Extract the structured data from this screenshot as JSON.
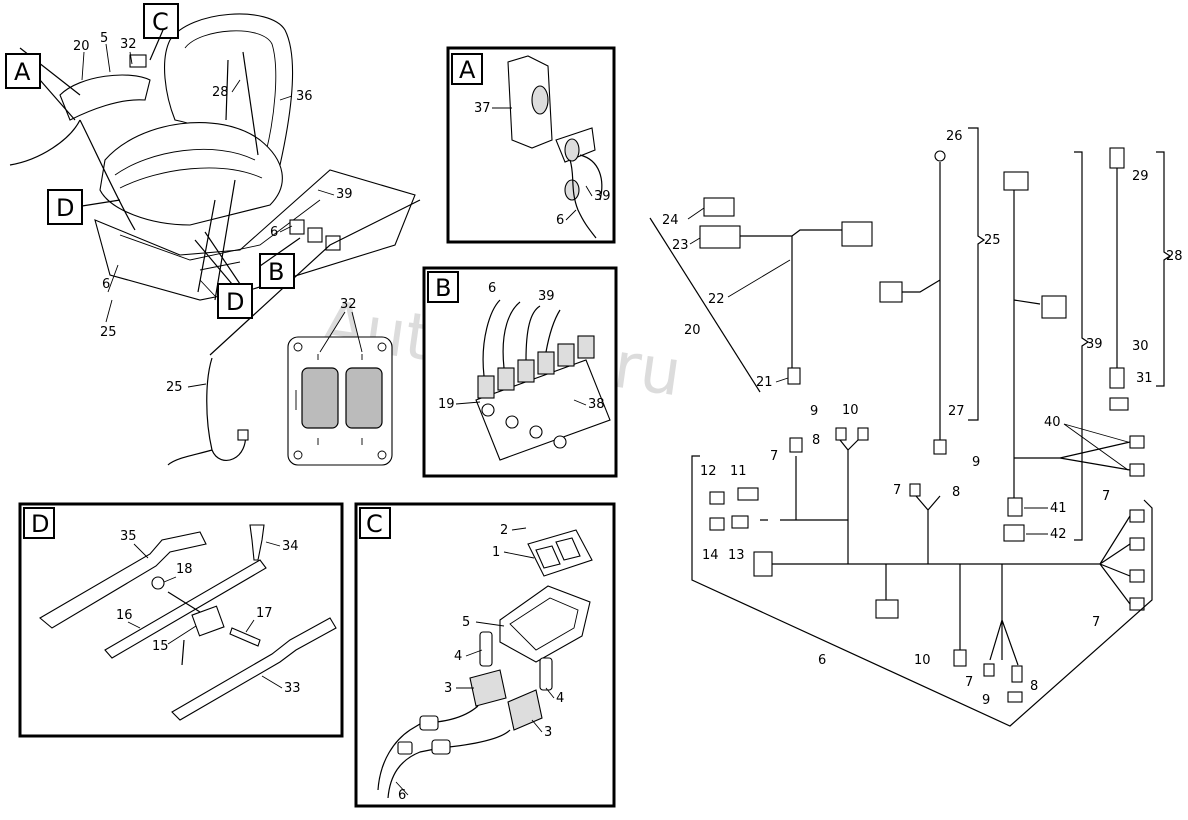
{
  "watermark": "AutoSoft.ru",
  "detail_tags": {
    "A": "A",
    "B": "B",
    "C": "C",
    "D": "D"
  },
  "overview_labels": {
    "n20": "20",
    "n5": "5",
    "n32": "32",
    "n28": "28",
    "n36": "36",
    "n39": "39",
    "n6a": "6",
    "n6b": "6",
    "n25a": "25",
    "n25b": "25"
  },
  "panel_a": {
    "tag": "A",
    "n37": "37",
    "n39": "39",
    "n6": "6"
  },
  "panel_b": {
    "tag": "B",
    "n6": "6",
    "n39": "39",
    "n19": "19",
    "n38": "38"
  },
  "switch_plate": {
    "n32": "32"
  },
  "panel_c": {
    "tag": "C",
    "n2": "2",
    "n1": "1",
    "n5": "5",
    "n4a": "4",
    "n4b": "4",
    "n3a": "3",
    "n3b": "3",
    "n6": "6"
  },
  "panel_d": {
    "tag": "D",
    "n35": "35",
    "n34": "34",
    "n18": "18",
    "n16": "16",
    "n17": "17",
    "n15": "15",
    "n33": "33"
  },
  "harness_labels": {
    "n24": "24",
    "n23": "23",
    "n22": "22",
    "n20": "20",
    "n21": "21",
    "n9a": "9",
    "n8a": "8",
    "n7a": "7",
    "n10a": "10",
    "n26": "26",
    "n25": "25",
    "n27": "27",
    "n9b": "9",
    "n7b": "7",
    "n8b": "8",
    "n39": "39",
    "n41": "41",
    "n42": "42",
    "n40": "40",
    "n29": "29",
    "n28": "28",
    "n30": "30",
    "n31": "31",
    "n12": "12",
    "n11": "11",
    "n14": "14",
    "n13": "13",
    "n7c": "7",
    "n7d": "7",
    "n6": "6",
    "n10b": "10",
    "n7e": "7",
    "n8c": "8",
    "n9c": "9"
  }
}
